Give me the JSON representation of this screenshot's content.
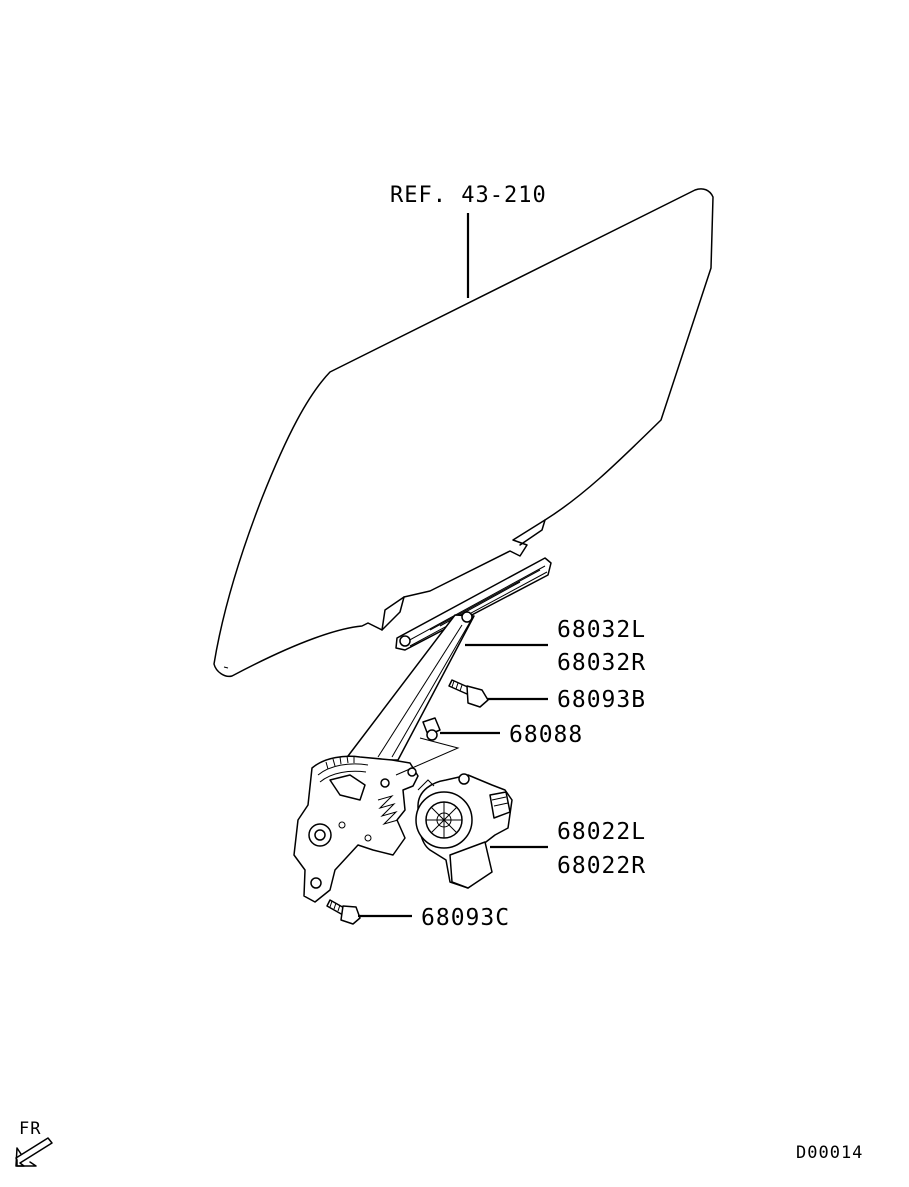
{
  "reference": {
    "label": "REF. 43-210"
  },
  "callouts": [
    {
      "id": "regulator-l",
      "label": "68032L"
    },
    {
      "id": "regulator-r",
      "label": "68032R"
    },
    {
      "id": "bolt-b",
      "label": "68093B"
    },
    {
      "id": "clip",
      "label": "68088"
    },
    {
      "id": "motor-l",
      "label": "68022L"
    },
    {
      "id": "motor-r",
      "label": "68022R"
    },
    {
      "id": "bolt-c",
      "label": "68093C"
    }
  ],
  "orientation": {
    "label": "FR"
  },
  "drawing": {
    "code": "D00014"
  }
}
